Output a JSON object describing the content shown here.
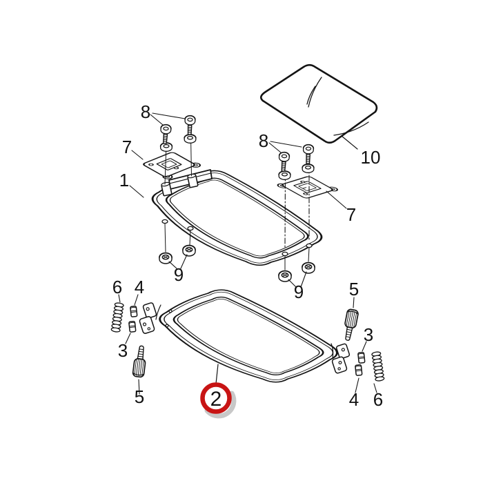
{
  "diagram": {
    "background_color": "#ffffff",
    "line_color": "#141414",
    "highlight": {
      "color": "#c81414",
      "shadow_color": "#b5b5b5",
      "label": "2"
    },
    "callouts": [
      {
        "id": "callout-8-left",
        "text": "8"
      },
      {
        "id": "callout-7-left",
        "text": "7"
      },
      {
        "id": "callout-1",
        "text": "1"
      },
      {
        "id": "callout-10",
        "text": "10"
      },
      {
        "id": "callout-8-right",
        "text": "8"
      },
      {
        "id": "callout-7-right",
        "text": "7"
      },
      {
        "id": "callout-9-left",
        "text": "9"
      },
      {
        "id": "callout-9-right",
        "text": "9"
      },
      {
        "id": "callout-6-left",
        "text": "6"
      },
      {
        "id": "callout-4-left",
        "text": "4"
      },
      {
        "id": "callout-3-left",
        "text": "3"
      },
      {
        "id": "callout-5-left",
        "text": "5"
      },
      {
        "id": "callout-5-right",
        "text": "5"
      },
      {
        "id": "callout-3-right",
        "text": "3"
      },
      {
        "id": "callout-4-right",
        "text": "4"
      },
      {
        "id": "callout-6-right",
        "text": "6"
      },
      {
        "id": "callout-2",
        "text": "2",
        "highlighted": true
      }
    ],
    "parts": [
      {
        "callout": "1",
        "name": "upper-frame"
      },
      {
        "callout": "2",
        "name": "lower-frame",
        "highlighted": true
      },
      {
        "callout": "3",
        "name": "small-pin"
      },
      {
        "callout": "4",
        "name": "small-pin"
      },
      {
        "callout": "5",
        "name": "thumb-screw"
      },
      {
        "callout": "6",
        "name": "spring"
      },
      {
        "callout": "7",
        "name": "hinge-bracket"
      },
      {
        "callout": "8",
        "name": "pan-head-screw"
      },
      {
        "callout": "9",
        "name": "lock-nut"
      },
      {
        "callout": "10",
        "name": "glass-panel"
      }
    ]
  }
}
